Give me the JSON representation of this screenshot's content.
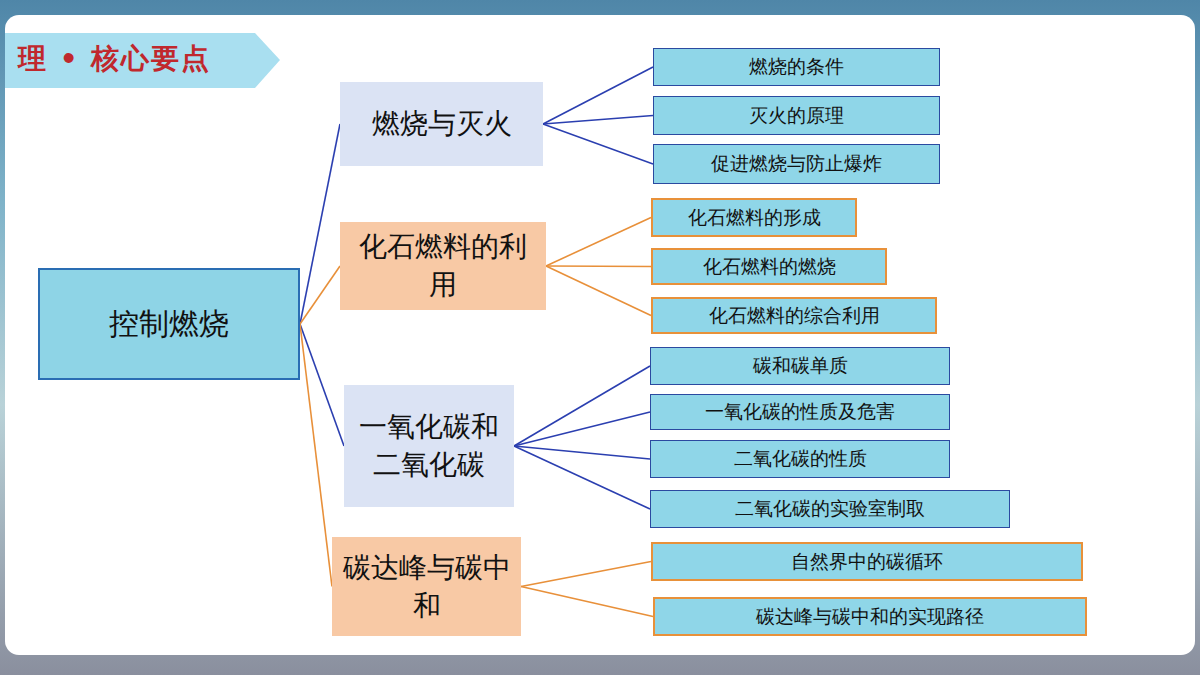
{
  "diagram": {
    "title": "理 • 核心要点",
    "nodes": [
      {
        "text": [
          "控制燃烧"
        ]
      },
      {
        "text": [
          "燃烧与灭火"
        ]
      },
      {
        "text": [
          "燃烧的条件"
        ]
      },
      {
        "text": [
          "灭火的原理"
        ]
      },
      {
        "text": [
          "促进燃烧与防止爆炸"
        ]
      },
      {
        "text": [
          "化石燃料的利用"
        ]
      },
      {
        "text": [
          "化石燃料的形成"
        ]
      },
      {
        "text": [
          "化石燃料的燃烧"
        ]
      },
      {
        "text": [
          "化石燃料的综合利用"
        ]
      },
      {
        "text": [
          "一氧化碳和二氧化碳"
        ]
      },
      {
        "text": [
          "碳和碳单质"
        ]
      },
      {
        "text": [
          "一氧化碳的性质及危害"
        ]
      },
      {
        "text": [
          "二氧化碳的性质"
        ]
      },
      {
        "text": [
          "二氧化碳的实验室制取"
        ]
      },
      {
        "text": [
          "碳达峰与碳中和"
        ]
      },
      {
        "text": [
          "自然界中的碳循环"
        ]
      },
      {
        "text": [
          "碳达峰与碳中和的实现路径"
        ]
      }
    ],
    "edges": [
      {
        "from": 0,
        "to": 1,
        "arrow": "none"
      },
      {
        "from": 0,
        "to": 5,
        "arrow": "none"
      },
      {
        "from": 0,
        "to": 9,
        "arrow": "none"
      },
      {
        "from": 0,
        "to": 14,
        "arrow": "none"
      },
      {
        "from": 1,
        "to": 2,
        "arrow": "none"
      },
      {
        "from": 1,
        "to": 3,
        "arrow": "none"
      },
      {
        "from": 1,
        "to": 4,
        "arrow": "none"
      },
      {
        "from": 5,
        "to": 6,
        "arrow": "none"
      },
      {
        "from": 5,
        "to": 7,
        "arrow": "none"
      },
      {
        "from": 5,
        "to": 8,
        "arrow": "none"
      },
      {
        "from": 9,
        "to": 10,
        "arrow": "none"
      },
      {
        "from": 9,
        "to": 11,
        "arrow": "none"
      },
      {
        "from": 9,
        "to": 12,
        "arrow": "none"
      },
      {
        "from": 9,
        "to": 13,
        "arrow": "none"
      },
      {
        "from": 14,
        "to": 15,
        "arrow": "none"
      },
      {
        "from": 14,
        "to": 16,
        "arrow": "none"
      }
    ]
  }
}
